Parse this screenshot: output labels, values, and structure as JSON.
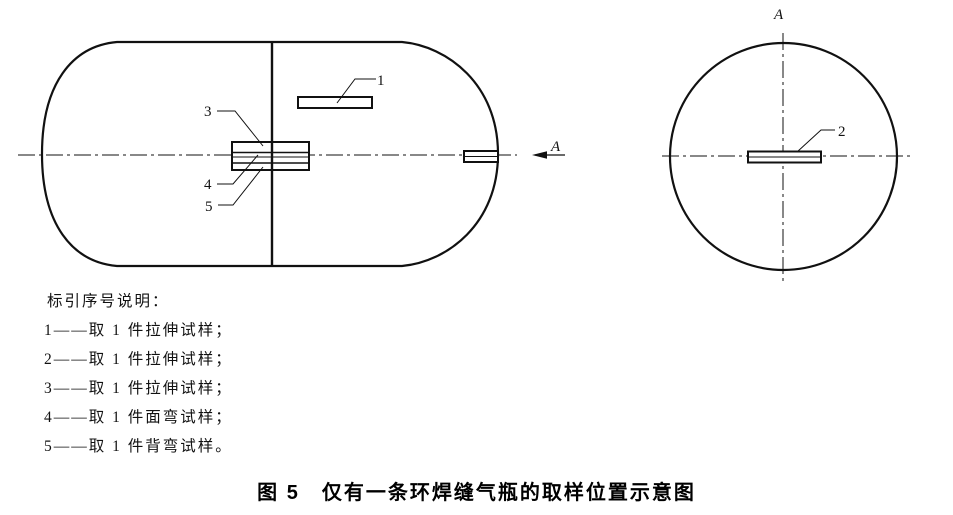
{
  "colors": {
    "ink": "#111111",
    "background": "#ffffff"
  },
  "drawing": {
    "side_view": {
      "description": "side view of cylinder with one circumferential weld",
      "labels": {
        "sample1": "1",
        "sample3": "3",
        "sample4": "4",
        "sample5": "5",
        "section_arrow": "A"
      }
    },
    "end_view": {
      "description": "end view circle (section A)",
      "labels": {
        "sample2": "2",
        "section_top": "A"
      }
    }
  },
  "legend": {
    "title": "标引序号说明：",
    "items": [
      "1——取 1 件拉伸试样；",
      "2——取 1 件拉伸试样；",
      "3——取 1 件拉伸试样；",
      "4——取 1 件面弯试样；",
      "5——取 1 件背弯试样。"
    ]
  },
  "caption": "图 5　仅有一条环焊缝气瓶的取样位置示意图"
}
